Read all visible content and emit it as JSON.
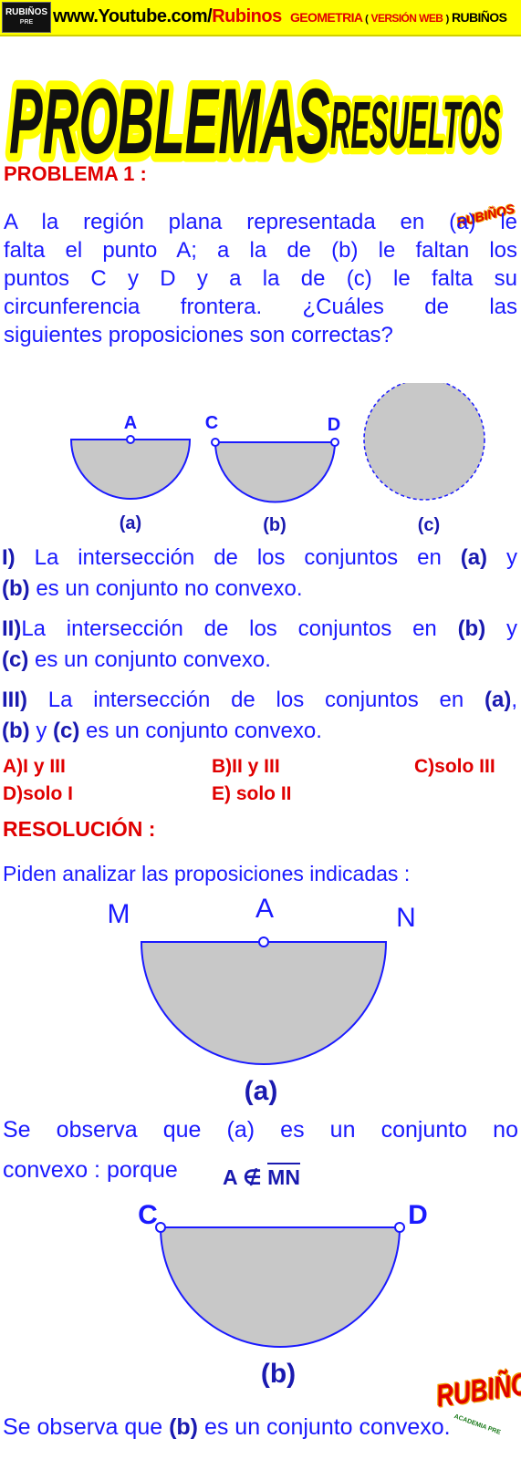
{
  "header": {
    "url_prefix": "www.Youtube.com/",
    "url_channel": "Rubinos",
    "subject": "GEOMETRIA",
    "version": "VERSIÓN WEB",
    "brand": "RUBIÑOS",
    "logo_top": "RUBIÑOS",
    "logo_sub": "PRE"
  },
  "title": {
    "word1": "PROBLEMAS",
    "word2": "RESUELTOS"
  },
  "problem": {
    "label": "PROBLEMA 1 :",
    "statement_lines": [
      "A  la región plana representada en (a) le",
      "falta el punto A; a la de (b) le faltan los",
      "puntos C y D y a la de (c) le falta su",
      "circunferencia frontera. ¿Cuáles de las",
      "siguientes proposiciones son correctas?"
    ],
    "figures": {
      "a_point": "A",
      "b_point_left": "C",
      "b_point_right": "D",
      "caption_a": "(a)",
      "caption_b": "(b)",
      "caption_c": "(c)"
    },
    "propositions": {
      "p1_line1_prefix": "I)",
      "p1_line1_text": " La intersección de los conjuntos en ",
      "p1_line1_ref": "(a)",
      "p1_line1_end": " y",
      "p1_line2_ref": "(b)",
      "p1_line2_text": " es un conjunto no convexo.",
      "p2_line1_prefix": "II)",
      "p2_line1_text": "La intersección de los conjuntos en ",
      "p2_line1_ref": "(b)",
      "p2_line1_end": " y",
      "p2_line2_ref": "(c)",
      "p2_line2_text": " es un conjunto convexo.",
      "p3_line1_prefix": "III)",
      "p3_line1_text": " La intersección de los conjuntos en ",
      "p3_line1_ref": "(a)",
      "p3_line1_end": ",",
      "p3_line2_ref_b": "(b)",
      "p3_line2_y": " y ",
      "p3_line2_ref_c": "(c)",
      "p3_line2_text": " es un conjunto convexo."
    },
    "options": {
      "A": "A)I y III",
      "B": "B)II y III",
      "C": "C)solo III",
      "D": "D)solo I",
      "E": "E) solo II"
    }
  },
  "resolution": {
    "label": "RESOLUCIÓN  :",
    "intro": "Piden analizar las proposiciones indicadas :",
    "fig_a": {
      "M": "M",
      "A": "A",
      "N": "N",
      "caption": "(a)"
    },
    "obs_a_line1": "Se observa que (a) es un conjunto no",
    "obs_a_line2": "convexo : porque",
    "obs_a_formula": "A ∉",
    "obs_a_segment": "MN",
    "fig_b": {
      "C": "C",
      "D": "D",
      "caption": "(b)"
    },
    "obs_b_prefix": "Se observa que ",
    "obs_b_ref": "(b)",
    "obs_b_text": " es un conjunto convexo."
  },
  "stamps": {
    "top": "RUBIÑOS",
    "bottom": "RUBIÑOS",
    "bottom_sub": "ACADEMIA PRE"
  },
  "colors": {
    "header_bg": "#ffff00",
    "red": "#e00000",
    "blue": "#1a1aff",
    "title_fill": "#111111",
    "title_glow": "#ffff00",
    "region_fill": "#c8c8c8"
  }
}
